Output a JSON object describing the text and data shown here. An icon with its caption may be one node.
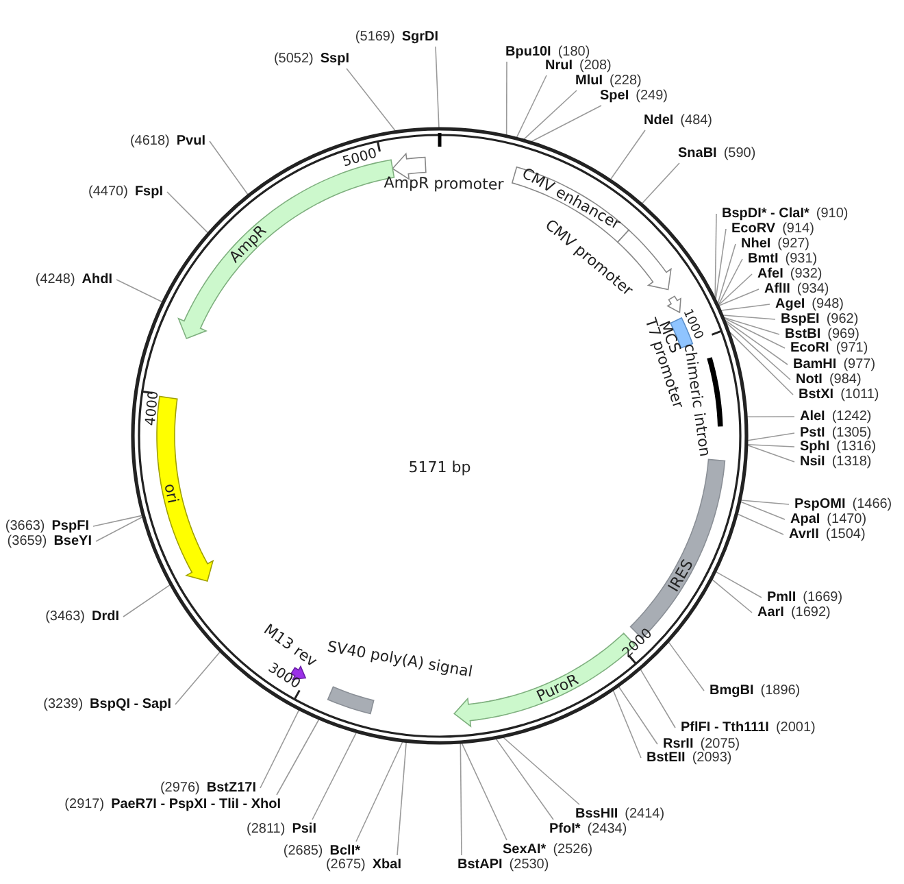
{
  "diagram": {
    "nodes": [
      {
        "text": [
          "AmpR promoter"
        ]
      },
      {
        "text": [
          "AmpR"
        ]
      },
      {
        "text": [
          "CMV enhancer"
        ]
      },
      {
        "text": [
          "CMV promoter"
        ]
      },
      {
        "text": [
          "T7 promoter"
        ]
      },
      {
        "text": [
          "MCS"
        ]
      },
      {
        "text": [
          "chimeric intron"
        ]
      },
      {
        "text": [
          "IRES"
        ]
      },
      {
        "text": [
          "PuroR"
        ]
      },
      {
        "text": [
          "SV40 poly(A) signal"
        ]
      },
      {
        "text": [
          "M13 rev"
        ]
      },
      {
        "text": [
          "ori"
        ]
      },
      {
        "text": [
          "(5169)",
          "SgrDI"
        ]
      },
      {
        "text": [
          "Bpu10I",
          "(180)"
        ]
      },
      {
        "text": [
          "NruI",
          "(208)"
        ]
      },
      {
        "text": [
          "MluI",
          "(228)"
        ]
      },
      {
        "text": [
          "SpeI",
          "(249)"
        ]
      },
      {
        "text": [
          "NdeI",
          "(484)"
        ]
      },
      {
        "text": [
          "SnaBI",
          "(590)"
        ]
      },
      {
        "text": [
          "BspDI* - ClaI*",
          "(910)"
        ]
      },
      {
        "text": [
          "EcoRV",
          "(914)"
        ]
      },
      {
        "text": [
          "NheI",
          "(927)"
        ]
      },
      {
        "text": [
          "BmtI",
          "(931)"
        ]
      },
      {
        "text": [
          "AfeI",
          "(932)"
        ]
      },
      {
        "text": [
          "AflII",
          "(934)"
        ]
      },
      {
        "text": [
          "AgeI",
          "(948)"
        ]
      },
      {
        "text": [
          "BspEI",
          "(962)"
        ]
      },
      {
        "text": [
          "BstBI",
          "(969)"
        ]
      },
      {
        "text": [
          "EcoRI",
          "(971)"
        ]
      },
      {
        "text": [
          "BamHI",
          "(977)"
        ]
      },
      {
        "text": [
          "NotI",
          "(984)"
        ]
      },
      {
        "text": [
          "BstXI",
          "(1011)"
        ]
      },
      {
        "text": [
          "AleI",
          "(1242)"
        ]
      },
      {
        "text": [
          "PstI",
          "(1305)"
        ]
      },
      {
        "text": [
          "SphI",
          "(1316)"
        ]
      },
      {
        "text": [
          "NsiI",
          "(1318)"
        ]
      },
      {
        "text": [
          "PspOMI",
          "(1466)"
        ]
      },
      {
        "text": [
          "ApaI",
          "(1470)"
        ]
      },
      {
        "text": [
          "AvrII",
          "(1504)"
        ]
      },
      {
        "text": [
          "PmlI",
          "(1669)"
        ]
      },
      {
        "text": [
          "AarI",
          "(1692)"
        ]
      },
      {
        "text": [
          "BmgBI",
          "(1896)"
        ]
      },
      {
        "text": [
          "PflFI - Tth111I",
          "(2001)"
        ]
      },
      {
        "text": [
          "RsrII",
          "(2075)"
        ]
      },
      {
        "text": [
          "BstEII",
          "(2093)"
        ]
      },
      {
        "text": [
          "BssHII",
          "(2414)"
        ]
      },
      {
        "text": [
          "PfoI*",
          "(2434)"
        ]
      },
      {
        "text": [
          "SexAI*",
          "(2526)"
        ]
      },
      {
        "text": [
          "BstAPI",
          "(2530)"
        ]
      },
      {
        "text": [
          "(2675)",
          "XbaI"
        ]
      },
      {
        "text": [
          "(2685)",
          "BclI*"
        ]
      },
      {
        "text": [
          "(2811)",
          "PsiI"
        ]
      },
      {
        "text": [
          "(2917)",
          "PaeR7I - PspXI - TliI - XhoI"
        ]
      },
      {
        "text": [
          "(2976)",
          "BstZ17I"
        ]
      },
      {
        "text": [
          "(3239)",
          "BspQI - SapI"
        ]
      },
      {
        "text": [
          "(3463)",
          "DrdI"
        ]
      },
      {
        "text": [
          "(3659)",
          "BseYI"
        ]
      },
      {
        "text": [
          "(3663)",
          "PspFI"
        ]
      },
      {
        "text": [
          "(4248)",
          "AhdI"
        ]
      },
      {
        "text": [
          "(4470)",
          "FspI"
        ]
      },
      {
        "text": [
          "(4618)",
          "PvuI"
        ]
      },
      {
        "text": [
          "(5052)",
          "SspI"
        ]
      }
    ],
    "edges": [
      {
        "from": 12,
        "to": null,
        "arrow": "none"
      },
      {
        "from": 13,
        "to": null,
        "arrow": "none"
      },
      {
        "from": 14,
        "to": null,
        "arrow": "none"
      },
      {
        "from": 15,
        "to": null,
        "arrow": "none"
      },
      {
        "from": 16,
        "to": null,
        "arrow": "none"
      },
      {
        "from": 17,
        "to": null,
        "arrow": "none"
      },
      {
        "from": 18,
        "to": null,
        "arrow": "none"
      },
      {
        "from": 19,
        "to": null,
        "arrow": "none"
      },
      {
        "from": 20,
        "to": null,
        "arrow": "none"
      },
      {
        "from": 21,
        "to": null,
        "arrow": "none"
      },
      {
        "from": 22,
        "to": null,
        "arrow": "none"
      },
      {
        "from": 23,
        "to": null,
        "arrow": "none"
      },
      {
        "from": 24,
        "to": null,
        "arrow": "none"
      },
      {
        "from": 25,
        "to": null,
        "arrow": "none"
      },
      {
        "from": 26,
        "to": null,
        "arrow": "none"
      },
      {
        "from": 27,
        "to": null,
        "arrow": "none"
      },
      {
        "from": 28,
        "to": null,
        "arrow": "none"
      },
      {
        "from": 29,
        "to": null,
        "arrow": "none"
      },
      {
        "from": 30,
        "to": null,
        "arrow": "none"
      },
      {
        "from": 31,
        "to": null,
        "arrow": "none"
      },
      {
        "from": 32,
        "to": null,
        "arrow": "none"
      },
      {
        "from": 33,
        "to": null,
        "arrow": "none"
      },
      {
        "from": 34,
        "to": null,
        "arrow": "none"
      },
      {
        "from": 35,
        "to": null,
        "arrow": "none"
      },
      {
        "from": 36,
        "to": null,
        "arrow": "none"
      },
      {
        "from": 37,
        "to": null,
        "arrow": "none"
      },
      {
        "from": 38,
        "to": null,
        "arrow": "none"
      },
      {
        "from": 39,
        "to": null,
        "arrow": "none"
      },
      {
        "from": 40,
        "to": null,
        "arrow": "none"
      },
      {
        "from": 41,
        "to": null,
        "arrow": "none"
      },
      {
        "from": 42,
        "to": null,
        "arrow": "none"
      },
      {
        "from": 43,
        "to": null,
        "arrow": "none"
      },
      {
        "from": 44,
        "to": null,
        "arrow": "none"
      },
      {
        "from": 45,
        "to": null,
        "arrow": "none"
      },
      {
        "from": 46,
        "to": null,
        "arrow": "none"
      },
      {
        "from": 47,
        "to": null,
        "arrow": "none"
      },
      {
        "from": 48,
        "to": null,
        "arrow": "none"
      },
      {
        "from": 49,
        "to": null,
        "arrow": "none"
      },
      {
        "from": 50,
        "to": null,
        "arrow": "none"
      },
      {
        "from": 51,
        "to": null,
        "arrow": "none"
      },
      {
        "from": 52,
        "to": null,
        "arrow": "none"
      },
      {
        "from": 53,
        "to": null,
        "arrow": "none"
      },
      {
        "from": 54,
        "to": null,
        "arrow": "none"
      },
      {
        "from": 55,
        "to": null,
        "arrow": "none"
      },
      {
        "from": 56,
        "to": null,
        "arrow": "none"
      },
      {
        "from": 57,
        "to": null,
        "arrow": "none"
      },
      {
        "from": 58,
        "to": null,
        "arrow": "none"
      },
      {
        "from": 59,
        "to": null,
        "arrow": "none"
      },
      {
        "from": 60,
        "to": null,
        "arrow": "none"
      },
      {
        "from": 61,
        "to": null,
        "arrow": "none"
      }
    ],
    "labels": [
      "5000",
      "1000",
      "4000",
      "5171 bp",
      "2000",
      "3000"
    ]
  }
}
